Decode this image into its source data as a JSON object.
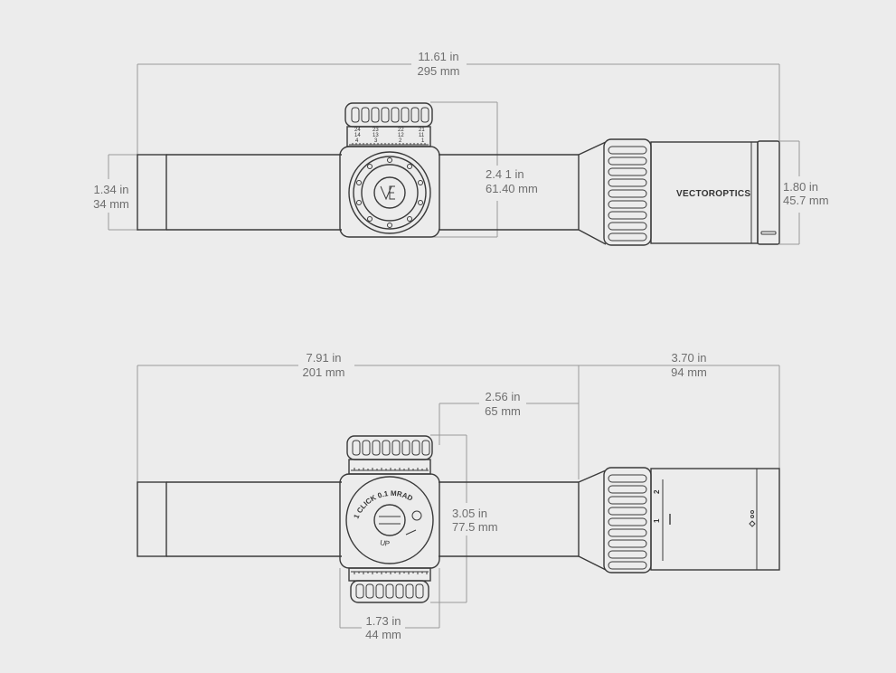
{
  "top_view": {
    "length": {
      "in": "11.61 in",
      "mm": "295 mm"
    },
    "tube_height": {
      "in": "1.34 in",
      "mm": "34 mm"
    },
    "saddle_height": {
      "in": "2.4 1 in",
      "mm": "61.40 mm"
    },
    "objective_height": {
      "in": "1.80 in",
      "mm": "45.7 mm"
    },
    "brand": "VECTOROPTICS",
    "turret_scale": {
      "row1": [
        "24",
        "23",
        "22",
        "21"
      ],
      "row2": [
        "14",
        "13",
        "12",
        "11"
      ],
      "row3": [
        "4",
        "3",
        "2",
        "1"
      ]
    }
  },
  "side_view": {
    "length_a": {
      "in": "7.91 in",
      "mm": "201 mm"
    },
    "length_b": {
      "in": "3.70 in",
      "mm": "94 mm"
    },
    "offset": {
      "in": "2.56 in",
      "mm": "65 mm"
    },
    "turret_height": {
      "in": "3.05 in",
      "mm": "77.5 mm"
    },
    "saddle_width": {
      "in": "1.73 in",
      "mm": "44 mm"
    },
    "turret_text": "1 CLICK 0.1 MRAD",
    "turret_up": "UP",
    "mag_marks": [
      "1",
      "2"
    ]
  },
  "colors": {
    "background": "#ececec",
    "outline": "#3a3a3a",
    "dimension": "#9a9a9a"
  }
}
